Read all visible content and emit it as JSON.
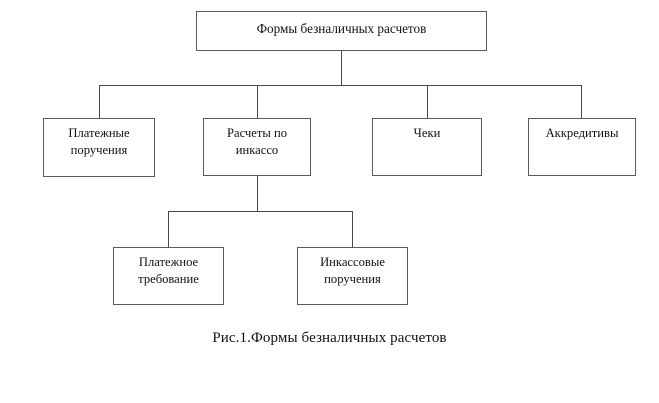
{
  "diagram": {
    "type": "hierarchy-tree",
    "title": "Формы безналичных расчетов",
    "caption": "Рис.1.Формы безналичных расчетов",
    "colors": {
      "background": "#ffffff",
      "box_border": "#5a5a5a",
      "box_fill": "#ffffff",
      "connector_line": "#4a4a4a",
      "text": "#111111"
    },
    "root": {
      "label": "Формы безналичных расчетов"
    },
    "level1": [
      {
        "label": "Платежные поручения"
      },
      {
        "label": "Расчеты по инкассо"
      },
      {
        "label": "Чеки"
      },
      {
        "label": "Аккредитивы"
      }
    ],
    "level2": [
      {
        "label": "Платежное требование",
        "parent": "Расчеты по инкассо"
      },
      {
        "label": "Инкассовые поручения",
        "parent": "Расчеты по инкассо"
      }
    ]
  }
}
